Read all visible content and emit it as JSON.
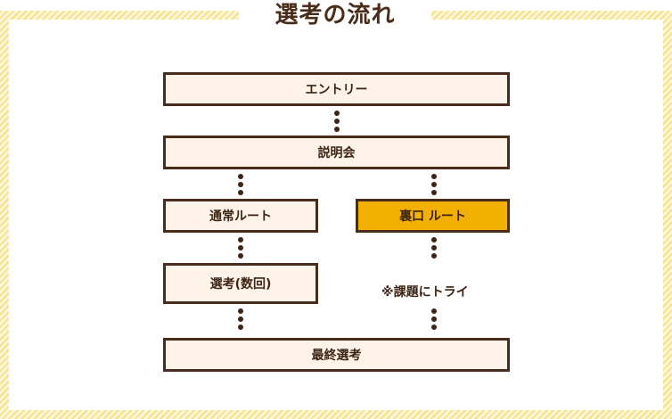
{
  "title": "選考の流れ",
  "nodes": {
    "entry": "エントリー",
    "briefing": "説明会",
    "regular_route": "通常ルート",
    "back_route": "裏口 ルート",
    "selection_multiple": "選考(数回)",
    "final_selection": "最終選考"
  },
  "notes": {
    "assignment": "※課題にトライ"
  },
  "colors": {
    "frame_hatch": "#f6e08a",
    "border": "#4a2c1b",
    "node_fill": "#fdf3e9",
    "highlight_fill": "#f2b100"
  }
}
